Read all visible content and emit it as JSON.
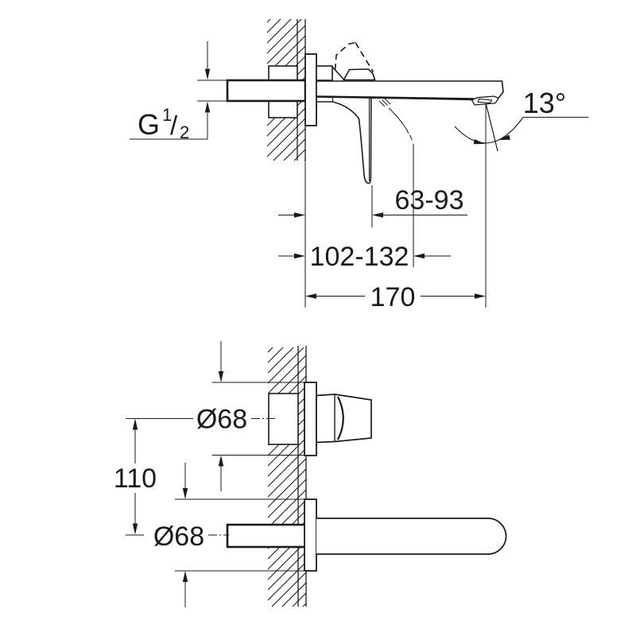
{
  "drawing": {
    "top_view": {
      "thread": {
        "prefix": "G",
        "sup": "1",
        "slash": "/",
        "sub": "2"
      },
      "angle": "13°",
      "reach": "63-93",
      "swing": "102-132",
      "projection": "170"
    },
    "bottom_view": {
      "rosette_top": "Ø68",
      "center_distance": "110",
      "rosette_bottom": "Ø68"
    },
    "colors": {
      "line": "#1a1a1a",
      "background": "#ffffff"
    }
  }
}
